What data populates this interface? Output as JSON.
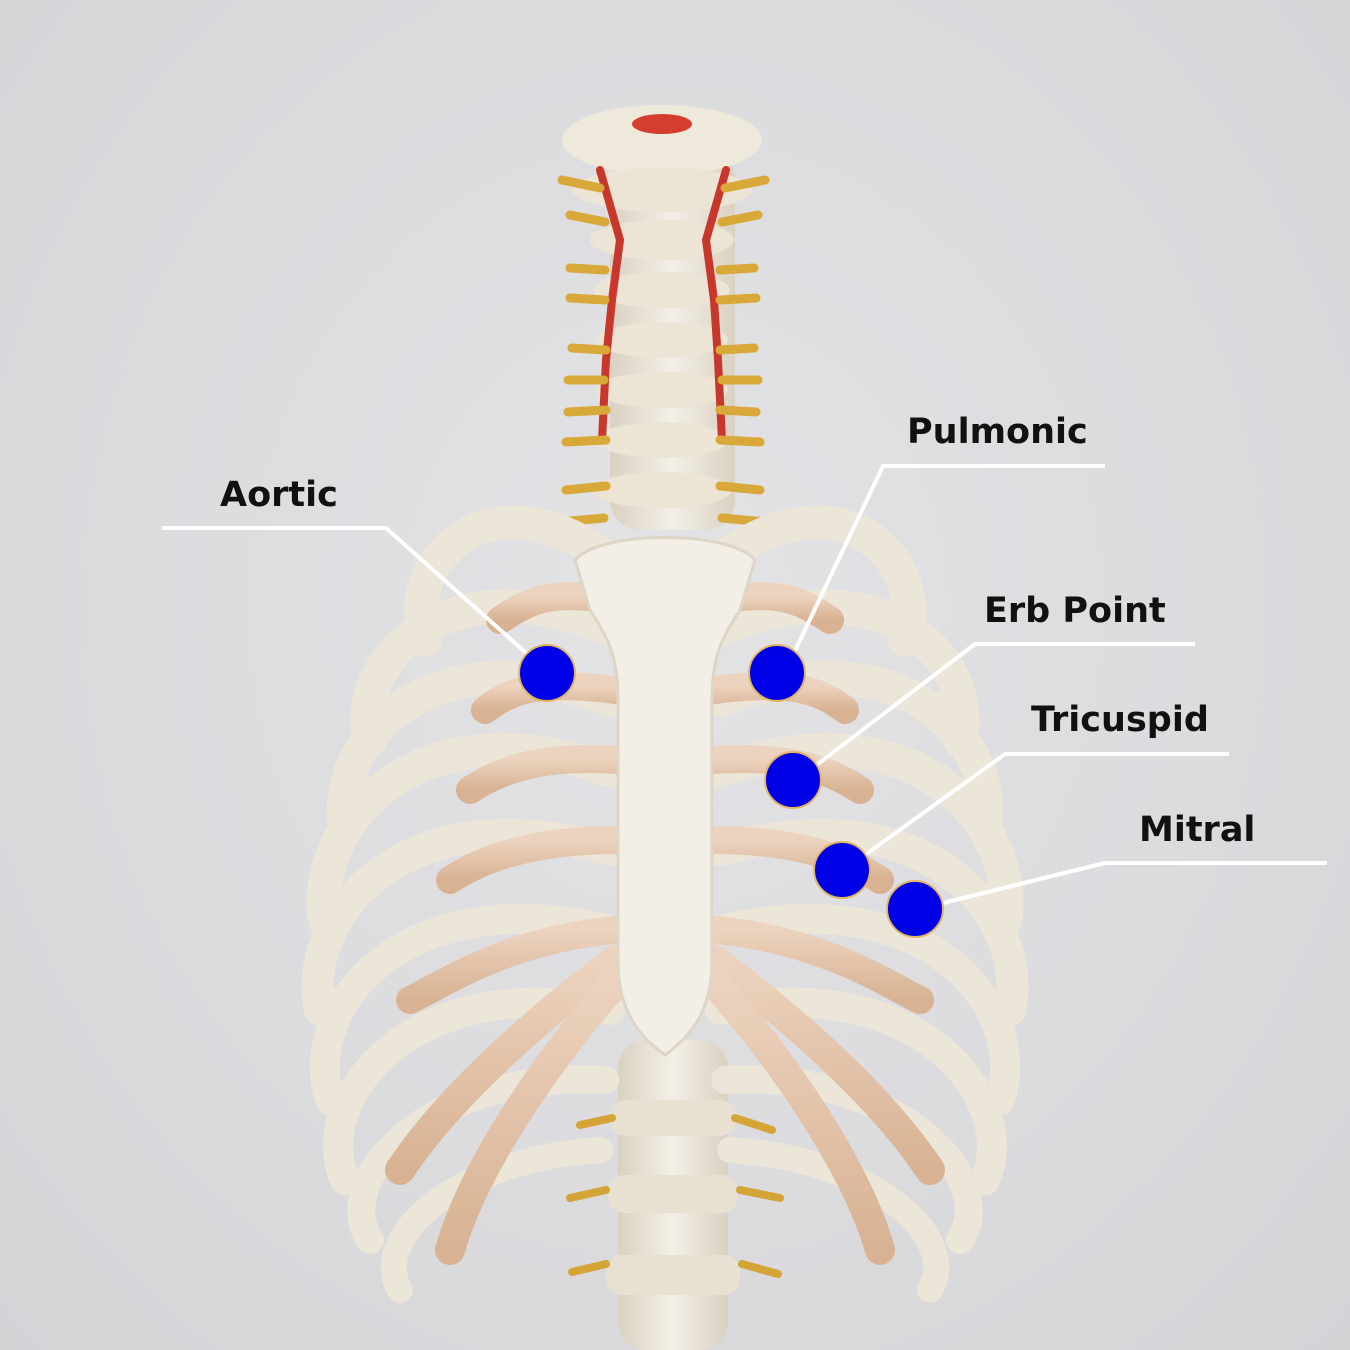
{
  "labels": {
    "aortic": "Aortic",
    "pulmonic": "Pulmonic",
    "erb_point": "Erb Point",
    "tricuspid": "Tricuspid",
    "mitral": "Mitral"
  },
  "colors": {
    "background": "#dcdcdf",
    "marker": "#0000e6",
    "leader_line": "#ffffff",
    "bone": "#efeadf",
    "cartilage": "#e4c6ad"
  }
}
